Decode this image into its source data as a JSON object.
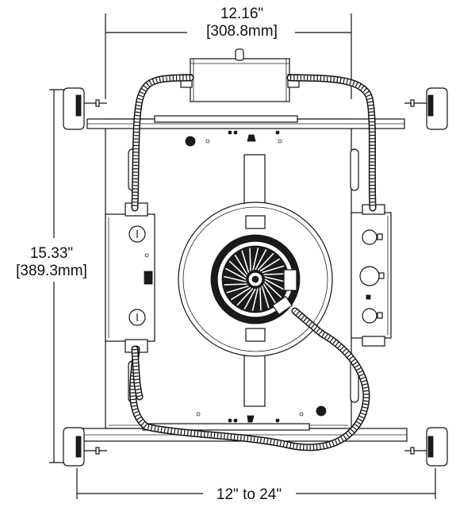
{
  "dimensions": {
    "width_top": "12.16\"",
    "width_top_mm": "[308.8mm]",
    "height_left": "15.33\"",
    "height_left_mm": "[389.3mm]",
    "width_bottom": "12\" to 24\""
  }
}
